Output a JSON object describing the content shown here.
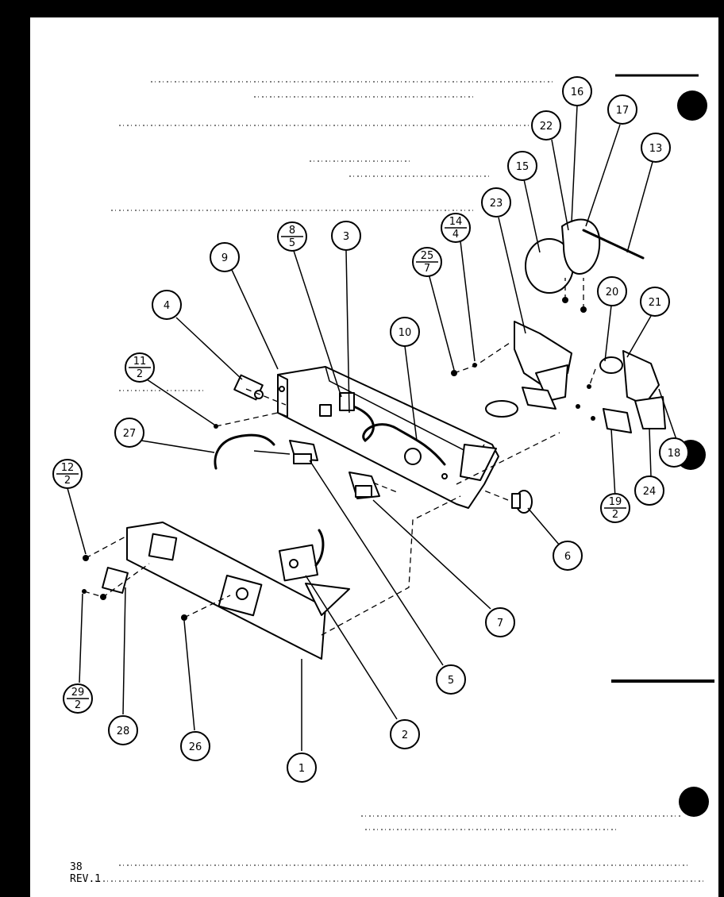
{
  "footer": {
    "page": "38",
    "revision": "REV.1"
  },
  "callouts": [
    {
      "id": "c1",
      "label": "1"
    },
    {
      "id": "c2",
      "label": "2"
    },
    {
      "id": "c3",
      "label": "3"
    },
    {
      "id": "c4",
      "label": "4"
    },
    {
      "id": "c5",
      "label": "5"
    },
    {
      "id": "c6",
      "label": "6"
    },
    {
      "id": "c7",
      "label": "7"
    },
    {
      "id": "c8",
      "label": "8",
      "sub": "5"
    },
    {
      "id": "c9",
      "label": "9"
    },
    {
      "id": "c10",
      "label": "10"
    },
    {
      "id": "c11",
      "label": "11",
      "sub": "2"
    },
    {
      "id": "c12",
      "label": "12",
      "sub": "2"
    },
    {
      "id": "c13",
      "label": "13"
    },
    {
      "id": "c14",
      "label": "14",
      "sub": "4"
    },
    {
      "id": "c15",
      "label": "15"
    },
    {
      "id": "c16",
      "label": "16"
    },
    {
      "id": "c17",
      "label": "17"
    },
    {
      "id": "c18",
      "label": "18"
    },
    {
      "id": "c19",
      "label": "19",
      "sub": "2"
    },
    {
      "id": "c20",
      "label": "20"
    },
    {
      "id": "c21",
      "label": "21"
    },
    {
      "id": "c22",
      "label": "22"
    },
    {
      "id": "c23",
      "label": "23"
    },
    {
      "id": "c24",
      "label": "24"
    },
    {
      "id": "c25",
      "label": "25",
      "sub": "7"
    },
    {
      "id": "c26",
      "label": "26"
    },
    {
      "id": "c27",
      "label": "27"
    },
    {
      "id": "c28",
      "label": "28"
    },
    {
      "id": "c29",
      "label": "29",
      "sub": "2"
    }
  ]
}
